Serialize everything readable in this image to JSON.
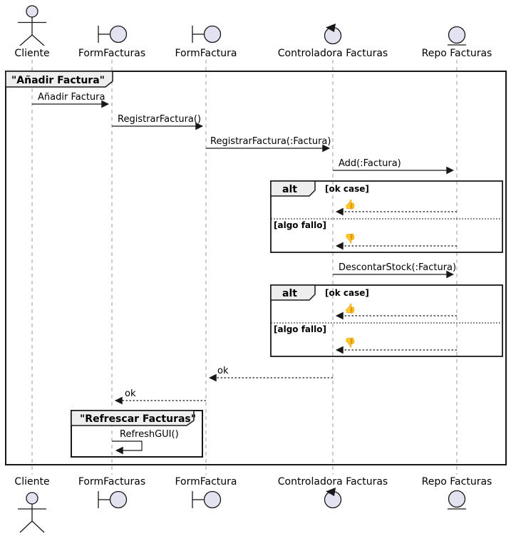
{
  "diagram_type": "uml-sequence-diagram",
  "colors": {
    "participant_fill": "#E2E2F0",
    "stroke": "#181818",
    "frame_tab_fill": "#EEEEEE",
    "lifeline": "#9a9a9a"
  },
  "participants": [
    {
      "name": "Cliente",
      "kind": "actor"
    },
    {
      "name": "FormFacturas",
      "kind": "boundary"
    },
    {
      "name": "FormFactura",
      "kind": "boundary"
    },
    {
      "name": "Controladora Facturas",
      "kind": "control"
    },
    {
      "name": "Repo Facturas",
      "kind": "entity"
    }
  ],
  "main_frame": {
    "title": "\"Añadir Factura\""
  },
  "messages": {
    "anadir_factura": "Añadir Factura",
    "registrar_factura": "RegistrarFactura()",
    "registrar_factura_param": "RegistrarFactura(:Factura)",
    "add_factura": "Add(:Factura)",
    "descontar_stock": "DescontarStock(:Factura)",
    "ok_to_formfactura": "ok",
    "ok_to_formfacturas": "ok",
    "refresh_gui": "RefreshGUI()"
  },
  "alt1": {
    "operator": "alt",
    "guard_ok": "[ok case]",
    "result_ok": "👍",
    "guard_fail": "[algo fallo]",
    "result_fail": "👎"
  },
  "alt2": {
    "operator": "alt",
    "guard_ok": "[ok case]",
    "result_ok": "👍",
    "guard_fail": "[algo fallo]",
    "result_fail": "👎"
  },
  "inner_frame": {
    "title": "\"Refrescar Facturas\""
  }
}
